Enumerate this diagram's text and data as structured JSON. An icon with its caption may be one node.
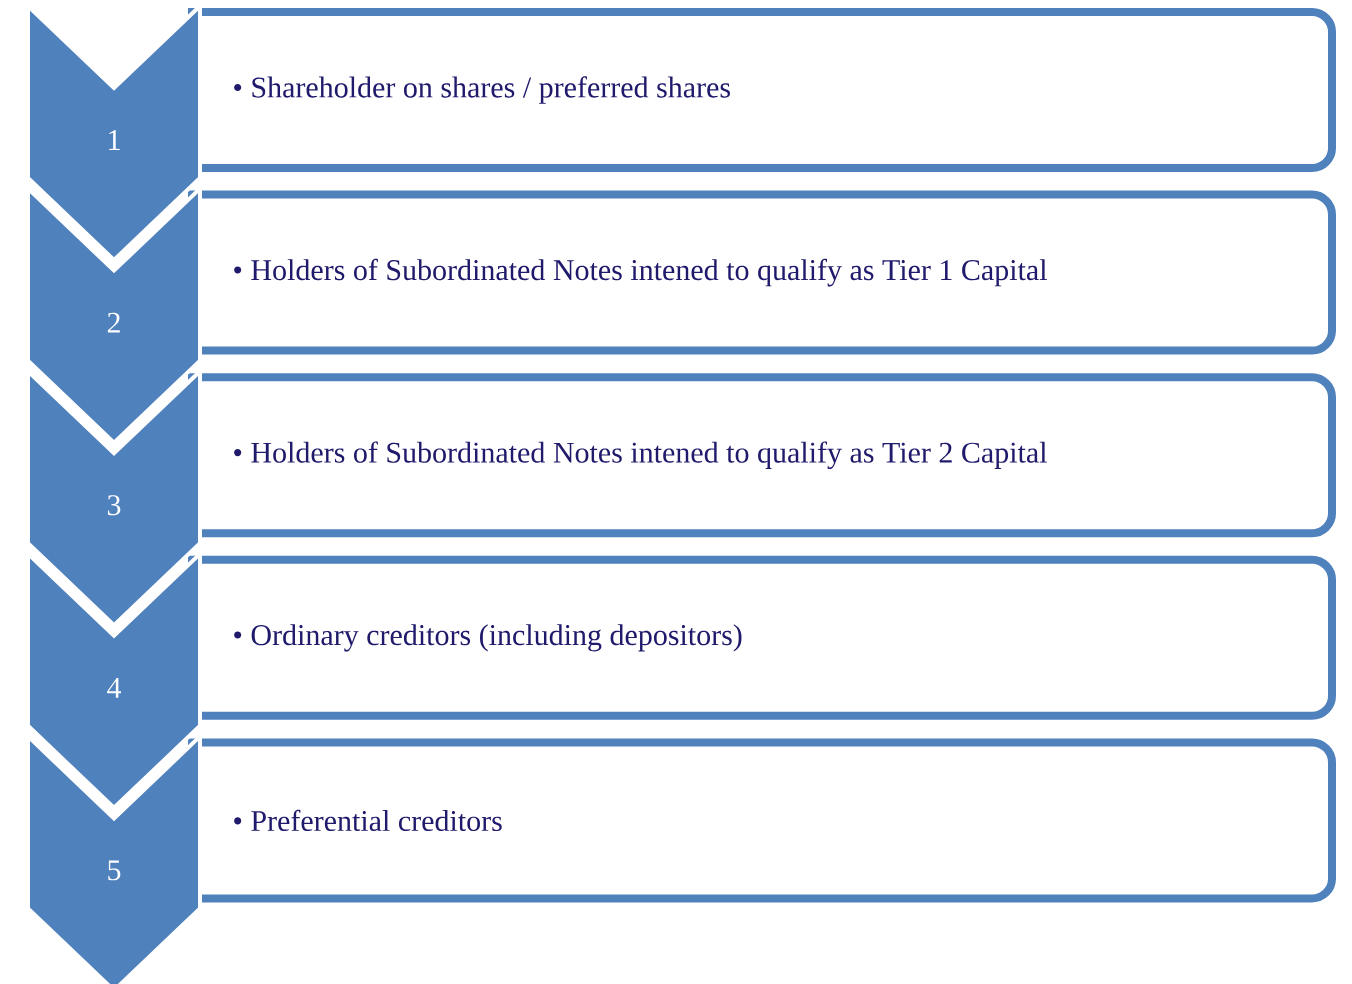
{
  "diagram": {
    "nodes": [
      {
        "text": [
          "1"
        ]
      },
      {
        "text": [
          "• Shareholder on shares / preferred shares"
        ]
      },
      {
        "text": [
          "2"
        ]
      },
      {
        "text": [
          "• Holders of Subordinated Notes intened to qualify as Tier 1 Capital"
        ]
      },
      {
        "text": [
          "3"
        ]
      },
      {
        "text": [
          "• Holders of Subordinated Notes intened to qualify as Tier 2 Capital"
        ]
      },
      {
        "text": [
          "4"
        ]
      },
      {
        "text": [
          "• Ordinary creditors (including depositors)"
        ]
      },
      {
        "text": [
          "5"
        ]
      },
      {
        "text": [
          "• Preferential creditors"
        ]
      }
    ]
  }
}
